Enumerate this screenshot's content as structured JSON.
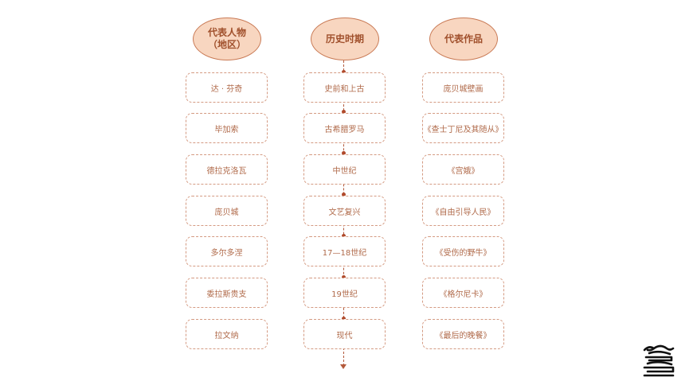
{
  "headers": {
    "figures_line1": "代表人物",
    "figures_line2": "（地区）",
    "period": "历史时期",
    "works": "代表作品"
  },
  "figures": [
    "达 · 芬奇",
    "毕加索",
    "德拉克洛瓦",
    "庞贝城",
    "多尔多涅",
    "委拉斯贵支",
    "拉文纳"
  ],
  "periods": [
    "史前和上古",
    "古希腊罗马",
    "中世纪",
    "文艺复兴",
    "17—18世纪",
    "19世纪",
    "现代"
  ],
  "works": [
    "庞贝城壁画",
    "《查士丁尼及其随从》",
    "《宫娥》",
    "《自由引导人民》",
    "《受伤的野牛》",
    "《格尔尼卡》",
    "《最后的晚餐》"
  ],
  "logo_icon": "book-stack-logo-icon",
  "accent_color": "#c97a55"
}
